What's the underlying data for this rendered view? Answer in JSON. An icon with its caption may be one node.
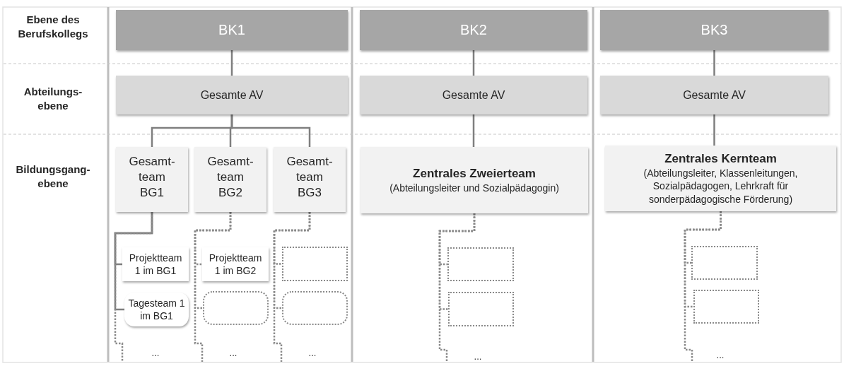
{
  "diagram": {
    "nodes": [
      {
        "text": [
          "BK1"
        ]
      },
      {
        "text": [
          "BK2"
        ]
      },
      {
        "text": [
          "BK3"
        ]
      },
      {
        "text": [
          "Gesamte AV"
        ]
      },
      {
        "text": [
          "Gesamte AV"
        ]
      },
      {
        "text": [
          "Gesamte AV"
        ]
      },
      {
        "text": [
          "Gesamt- team BG1"
        ]
      },
      {
        "text": [
          "Gesamt- team BG2"
        ]
      },
      {
        "text": [
          "Gesamt- team BG3"
        ]
      },
      {
        "text": [
          "Zentrales Zweierteam",
          "(Abteilungsleiter und Sozialpädagogin)"
        ]
      },
      {
        "text": [
          "Zentrales Kernteam",
          "(Abteilungsleiter, Klassenleitungen, Sozialpädagogen, Lehrkraft für sonderpädagogische Förderung)"
        ]
      },
      {
        "text": [
          "Projektteam 1 im BG1"
        ]
      },
      {
        "text": [
          "Tagesteam 1 im BG1"
        ]
      },
      {
        "text": [
          "Projektteam 1 im BG2"
        ]
      },
      {
        "text": [],
        "shape": "rounded"
      },
      {
        "text": [],
        "shape": "box"
      },
      {
        "text": [],
        "shape": "rounded"
      },
      {
        "text": [],
        "shape": "box"
      },
      {
        "text": [],
        "shape": "box"
      },
      {
        "text": [],
        "shape": "box"
      },
      {
        "text": [],
        "shape": "box"
      }
    ],
    "edges": [
      {
        "from": 0,
        "to": 3,
        "arrow": "none"
      },
      {
        "from": 1,
        "to": 4,
        "arrow": "none"
      },
      {
        "from": 2,
        "to": 5,
        "arrow": "none"
      },
      {
        "from": 3,
        "to": 6,
        "arrow": "none"
      },
      {
        "from": 3,
        "to": 7,
        "arrow": "none"
      },
      {
        "from": 3,
        "to": 8,
        "arrow": "none"
      },
      {
        "from": 4,
        "to": 9,
        "arrow": "none"
      },
      {
        "from": 5,
        "to": 10,
        "arrow": "none"
      },
      {
        "from": 6,
        "to": 11,
        "arrow": "none"
      },
      {
        "from": 6,
        "to": 12,
        "arrow": "none"
      },
      {
        "from": 6,
        "to": null,
        "arrow": "none",
        "style": "dashed"
      },
      {
        "from": 7,
        "to": 13,
        "arrow": "none",
        "style": "dashed"
      },
      {
        "from": 7,
        "to": 14,
        "arrow": "none",
        "style": "dashed"
      },
      {
        "from": 7,
        "to": null,
        "arrow": "none",
        "style": "dashed"
      },
      {
        "from": 8,
        "to": 15,
        "arrow": "none",
        "style": "dashed"
      },
      {
        "from": 8,
        "to": 16,
        "arrow": "none",
        "style": "dashed"
      },
      {
        "from": 8,
        "to": null,
        "arrow": "none",
        "style": "dashed"
      },
      {
        "from": 9,
        "to": 17,
        "arrow": "none",
        "style": "dashed"
      },
      {
        "from": 9,
        "to": 18,
        "arrow": "none",
        "style": "dashed"
      },
      {
        "from": 9,
        "to": null,
        "arrow": "none",
        "style": "dashed"
      },
      {
        "from": 10,
        "to": 19,
        "arrow": "none",
        "style": "dashed"
      },
      {
        "from": 10,
        "to": 20,
        "arrow": "none",
        "style": "dashed"
      },
      {
        "from": 10,
        "to": null,
        "arrow": "none",
        "style": "dashed"
      }
    ],
    "labels": [
      "Ebene des Berufskollegs",
      "Abteilungs- ebene",
      "Bildungsgang- ebene",
      "...",
      "...",
      "...",
      "...",
      "..."
    ]
  }
}
